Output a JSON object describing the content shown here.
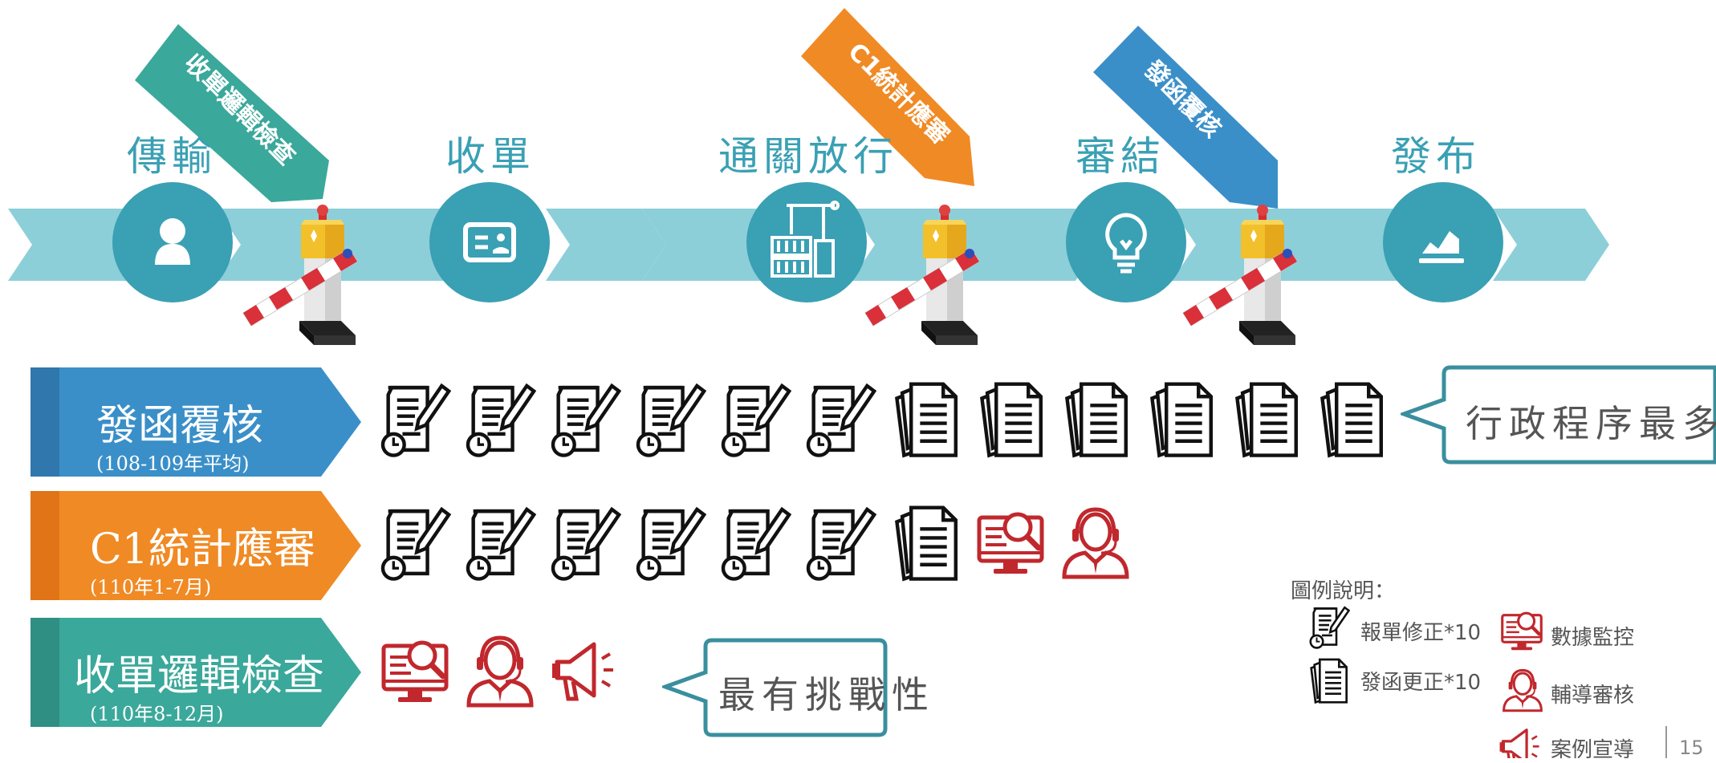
{
  "stages": [
    "傳輸",
    "收單",
    "通關放行",
    "審結",
    "發布"
  ],
  "checkpoint_flags": [
    "收單邏輯檢查",
    "C1統計應審",
    "發函覆核"
  ],
  "rows": [
    {
      "title": "發函覆核",
      "subtitle": "(108-109年平均)",
      "color": "#3a8fc8",
      "callout": "行政程序最多",
      "icons": [
        "declaration-edit",
        "declaration-edit",
        "declaration-edit",
        "declaration-edit",
        "declaration-edit",
        "declaration-edit",
        "letter-docs",
        "letter-docs",
        "letter-docs",
        "letter-docs",
        "letter-docs",
        "letter-docs"
      ]
    },
    {
      "title": "C1統計應審",
      "subtitle": "(110年1-7月)",
      "color": "#f08a24",
      "callout": "",
      "icons": [
        "declaration-edit",
        "declaration-edit",
        "declaration-edit",
        "declaration-edit",
        "declaration-edit",
        "declaration-edit",
        "letter-docs",
        "data-monitor",
        "advisor"
      ]
    },
    {
      "title": "收單邏輯檢查",
      "subtitle": "(110年8-12月)",
      "color": "#3aa89a",
      "callout": "最有挑戰性",
      "icons": [
        "data-monitor",
        "advisor",
        "megaphone"
      ]
    }
  ],
  "legend": {
    "title": "圖例說明：",
    "items": [
      {
        "label": "報單修正*10",
        "icon": "declaration-edit"
      },
      {
        "label": "數據監控",
        "icon": "data-monitor"
      },
      {
        "label": "發函更正*10",
        "icon": "letter-docs"
      },
      {
        "label": "輔導審核",
        "icon": "advisor"
      },
      {
        "label": "案例宣導",
        "icon": "megaphone"
      }
    ]
  },
  "page_number": "15",
  "colors": {
    "teal": "#3aa0b4",
    "band": "#8ccfd9",
    "blue": "#3a8fc8",
    "orange": "#f08a24",
    "green": "#3aa89a",
    "red": "#c0282d"
  }
}
